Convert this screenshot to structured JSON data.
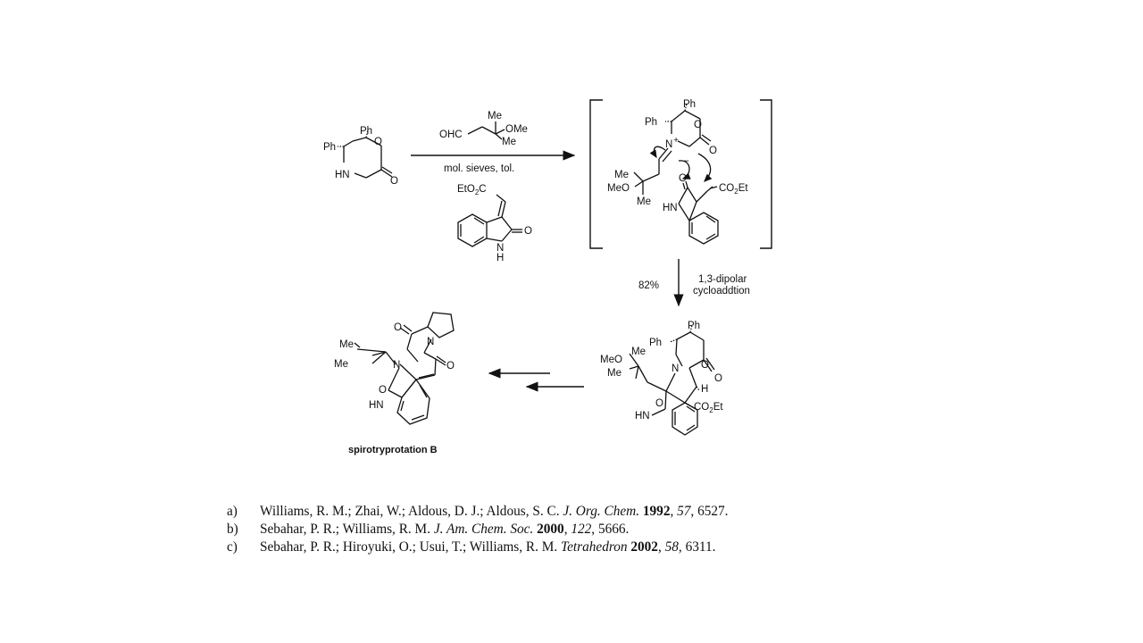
{
  "reagents": {
    "aldehyde": {
      "ohc": "OHC",
      "me_top": "Me",
      "ome": "OMe",
      "me_bottom": "Me"
    },
    "conditions": "mol. sieves, tol.",
    "ylidene": {
      "eto2c_main": "EtO",
      "eto2c_sub": "2",
      "eto2c_end": "C",
      "o": "O",
      "n": "N",
      "h": "H"
    }
  },
  "start_material": {
    "ph_top": "Ph",
    "ph_left": "Ph",
    "o_ring": "O",
    "hn": "HN",
    "o_carbonyl": "O"
  },
  "intermediate": {
    "ph_top": "Ph",
    "ph_left": "Ph",
    "o_ring": "O",
    "n_plus": "N",
    "plus": "+",
    "o_carbonyl": "O",
    "me_top": "Me",
    "meo": "MeO",
    "me_bottom": "Me",
    "minus": "−",
    "o_oxindole": "O",
    "co2et_main": "CO",
    "co2et_sub": "2",
    "co2et_end": "Et",
    "hn": "HN"
  },
  "step": {
    "yield": "82%",
    "reaction_line1": "1,3-dipolar",
    "reaction_line2": "cycloaddtion"
  },
  "cycloadduct": {
    "ph_top": "Ph",
    "ph_left": "Ph",
    "me_top": "Me",
    "meo": "MeO",
    "me_bottom": "Me",
    "o_ring": "O",
    "n": "N",
    "o_carbonyl": "O",
    "h": "H",
    "o_oxindole": "O",
    "co2et_main": "CO",
    "co2et_sub": "2",
    "co2et_end": "Et",
    "hn": "HN"
  },
  "product": {
    "me_top": "Me",
    "me_bottom": "Me",
    "o_top": "O",
    "n_top": "N",
    "n_left": "N",
    "o_right": "O",
    "o_oxindole": "O",
    "hn": "HN",
    "caption": "spirotryprotation B"
  },
  "references": [
    {
      "tag": "a)",
      "authors": "Williams, R. M.; Zhai, W.; Aldous, D. J.; Aldous, S. C.",
      "journal": "J. Org. Chem.",
      "year": "1992",
      "volume": "57",
      "pages": "6527."
    },
    {
      "tag": "b)",
      "authors": "Sebahar, P. R.; Williams, R. M.",
      "journal": "J. Am. Chem. Soc.",
      "year": "2000",
      "volume": "122",
      "pages": "5666."
    },
    {
      "tag": "c)",
      "authors": "Sebahar, P. R.; Hiroyuki, O.; Usui, T.; Williams, R. M.",
      "journal": "Tetrahedron",
      "year": "2002",
      "volume": "58",
      "pages": "6311."
    }
  ]
}
